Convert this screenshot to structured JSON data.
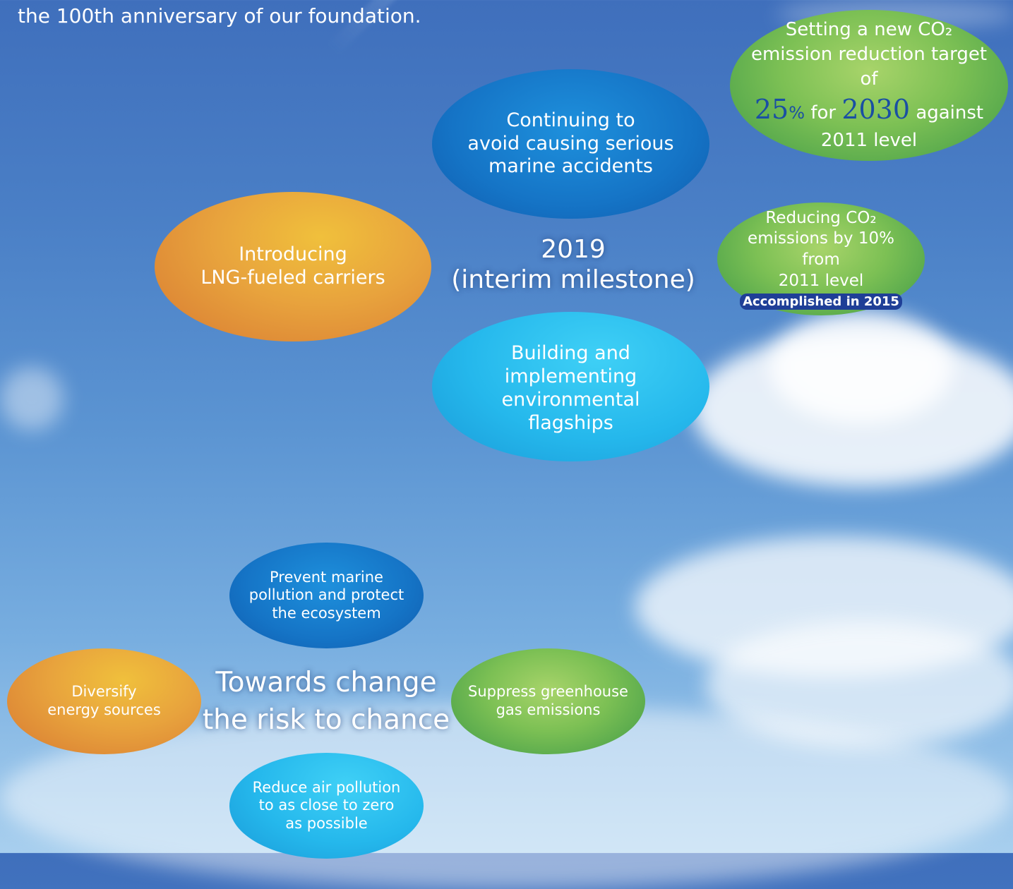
{
  "intro_text": "the 100th anniversary of our foundation.",
  "milestone": {
    "year": "2019",
    "subtitle": "(interim milestone)"
  },
  "milestone_bubbles": {
    "lng": [
      "Introducing",
      "LNG-fueled carriers"
    ],
    "accidents": [
      "Continuing to",
      "avoid causing serious",
      "marine accidents"
    ],
    "flagships": [
      "Building and",
      "implementing",
      "environmental",
      "flagships"
    ],
    "co2_reduction": {
      "lines": [
        "Reducing CO₂",
        "emissions by 10% from",
        "2011 level"
      ],
      "badge": "Accomplished in 2015"
    },
    "co2_target": {
      "line1": "Setting a new CO₂",
      "line2": "emission reduction target of",
      "percent_value": "25",
      "percent_sign": "%",
      "for_word": "for",
      "year_value": "2030",
      "against_word": "against",
      "line4": "2011 level"
    }
  },
  "change": {
    "title_line1": "Towards change",
    "title_line2": "the risk to chance"
  },
  "change_bubbles": {
    "marine_pollution": [
      "Prevent marine",
      "pollution and protect",
      "the ecosystem"
    ],
    "energy": [
      "Diversify",
      "energy sources"
    ],
    "greenhouse": [
      "Suppress greenhouse",
      "gas emissions"
    ],
    "air_pollution": [
      "Reduce air pollution",
      "to as close to zero",
      "as possible"
    ]
  },
  "colors": {
    "orange": "#e8a33d",
    "blue": "#1574c6",
    "cyan": "#25b8ec",
    "green": "#7cc054",
    "badge": "#1f3f97"
  }
}
